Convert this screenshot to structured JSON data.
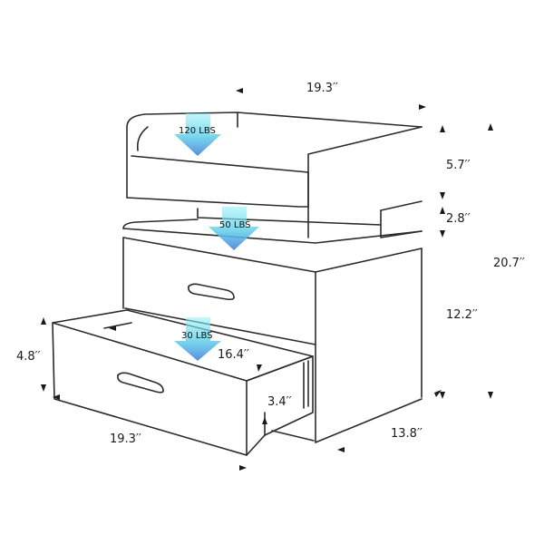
{
  "dimensions": {
    "top_width": "19.3′′",
    "shelf_height": "5.7′′",
    "gap_height": "2.8′′",
    "total_height": "20.7′′",
    "drawer_section_height": "12.2′′",
    "drawer_front_height": "4.8′′",
    "drawer_inner_depth": "16.4′′",
    "drawer_inner_height": "3.4′′",
    "drawer_width": "19.3′′",
    "depth": "13.8′′"
  },
  "loads": {
    "top": "120 LBS",
    "middle": "50 LBS",
    "drawer": "30 LBS"
  },
  "colors": {
    "line": "#2b2b2b",
    "arrow_top": "#7fe3f2",
    "arrow_bottom": "#4f86e0"
  }
}
